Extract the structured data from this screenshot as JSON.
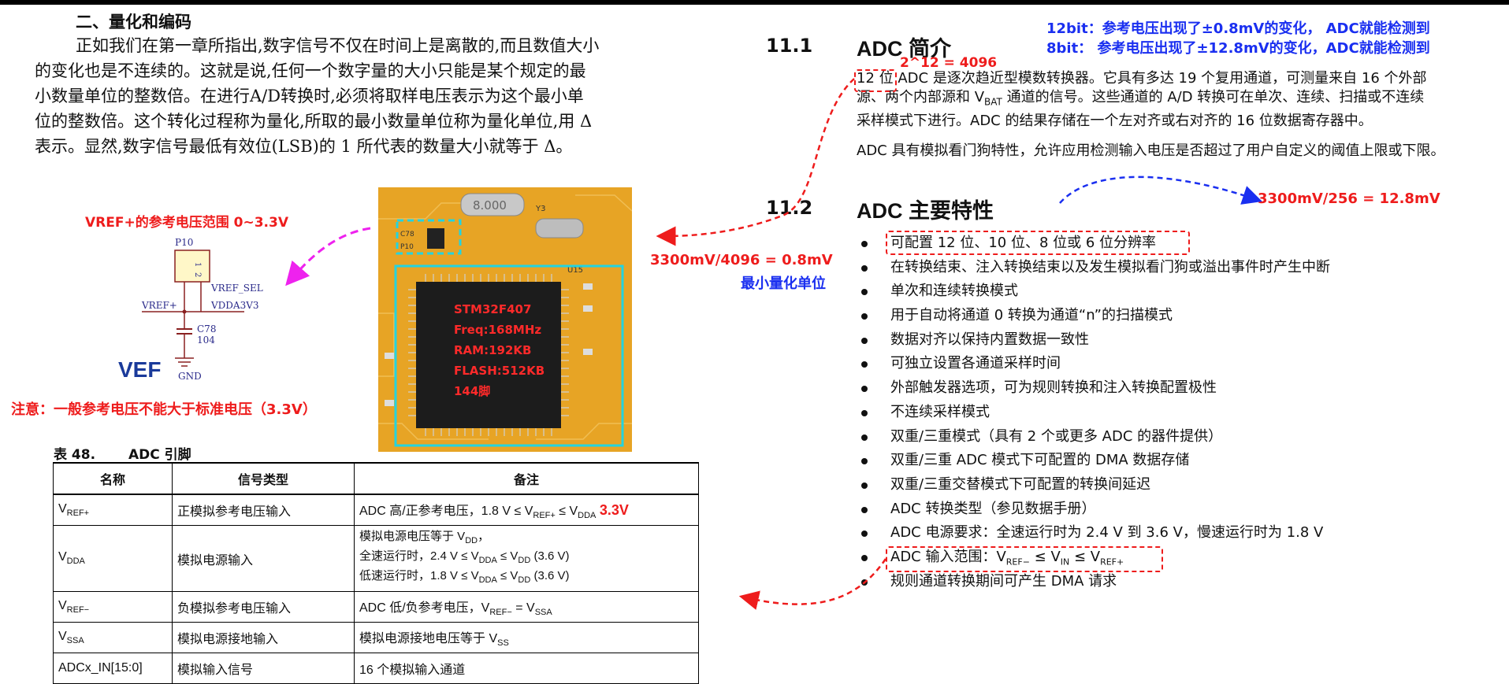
{
  "left": {
    "heading": "二、量化和编码",
    "paragraph": [
      "正如我们在第一章所指出,数字信号不仅在时间上是离散的,而且数值大小",
      "的变化也是不连续的。这就是说,任何一个数字量的大小只能是某个规定的最",
      "小数量单位的整数倍。在进行A/D转换时,必须将取样电压表示为这个最小单",
      "位的整数倍。这个转化过程称为量化,所取的最小数量单位称为量化单位,用 Δ",
      "表示。显然,数字信号最低有效位(LSB)的 1 所代表的数量大小就等于 Δ。"
    ],
    "vref_range_note": "VREF+的参考电压范围 0~3.3V",
    "vef_label": "VEF",
    "warning_note": "注意：一般参考电压不能大于标准电压（3.3V）"
  },
  "schematic": {
    "connector": "P10",
    "pin1": "1",
    "pin2": "2",
    "vref_sel": "VREF_SEL",
    "vref_plus": "VREF+",
    "vdda": "VDDA3V3",
    "cap_name": "C78",
    "cap_value": "104",
    "gnd": "GND"
  },
  "board": {
    "chip_lines": [
      "STM32F407",
      "Freq:168MHz",
      "RAM:192KB",
      "FLASH:512KB",
      "144脚"
    ],
    "crystal": "8.000",
    "ref_u15": "U15",
    "ref_y3": "Y3",
    "ref_p10": "P10",
    "ref_c78": "C78"
  },
  "table": {
    "caption_num": "表 48.",
    "caption_title": "ADC 引脚",
    "headers": [
      "名称",
      "信号类型",
      "备注"
    ],
    "rows": [
      {
        "name_main": "V",
        "name_sub": "REF+",
        "type": "正模拟参考电压输入",
        "note_html": "ADC 高/正参考电压，1.8 V ≤ V<sub>REF+</sub> ≤ V<sub>DDA</sub>",
        "note_red": "3.3V"
      },
      {
        "name_main": "V",
        "name_sub": "DDA",
        "type": "模拟电源输入",
        "note_html": "模拟电源电压等于 V<sub>DD</sub>，<br>全速运行时，2.4 V ≤ V<sub>DDA</sub> ≤ V<sub>DD</sub> (3.6 V)<br>低速运行时，1.8 V ≤ V<sub>DDA</sub> ≤ V<sub>DD</sub> (3.6 V)",
        "note_red": ""
      },
      {
        "name_main": "V",
        "name_sub": "REF−",
        "type": "负模拟参考电压输入",
        "note_html": "ADC 低/负参考电压，V<sub>REF−</sub> = V<sub>SSA</sub>",
        "note_red": ""
      },
      {
        "name_main": "V",
        "name_sub": "SSA",
        "type": "模拟电源接地输入",
        "note_html": "模拟电源接地电压等于 V<sub>SS</sub>",
        "note_red": ""
      },
      {
        "name_main": "ADCx_IN[15:0]",
        "name_sub": "",
        "type": "模拟输入信号",
        "note_html": "16 个模拟输入通道",
        "note_red": ""
      }
    ]
  },
  "right": {
    "sec1_num": "11.1",
    "sec1_title": "ADC 简介",
    "calc_4096": "2^12 = 4096",
    "intro_line1_box": "12 位",
    "intro_line1": " ADC 是逐次趋近型模数转换器。它具有多达 19 个复用通道，可测量来自 16 个外部",
    "intro_line2_a": "源、两个内部源和 V",
    "intro_line2_sub": "BAT",
    "intro_line2_b": " 通道的信号。这些通道的 A/D 转换可在单次、连续、扫描或不连续",
    "intro_line3": "采样模式下进行。ADC 的结果存储在一个左对齐或右对齐的 16 位数据寄存器中。",
    "intro_line4": "ADC 具有模拟看门狗特性，允许应用检测输入电压是否超过了用户自定义的阈值上限或下限。",
    "sec2_num": "11.2",
    "sec2_title": "ADC 主要特性",
    "features": [
      "可配置 12 位、10 位、8 位或 6 位分辨率",
      "在转换结束、注入转换结束以及发生模拟看门狗或溢出事件时产生中断",
      "单次和连续转换模式",
      "用于自动将通道 0 转换为通道“n”的扫描模式",
      "数据对齐以保持内置数据一致性",
      "可独立设置各通道采样时间",
      "外部触发器选项，可为规则转换和注入转换配置极性",
      "不连续采样模式",
      "双重/三重模式（具有 2 个或更多 ADC 的器件提供）",
      "双重/三重 ADC 模式下可配置的 DMA 数据存储",
      "双重/三重交替模式下可配置的转换间延迟",
      "ADC 转换类型（参见数据手册）",
      "ADC 电源要求：全速运行时为 2.4 V 到 3.6 V，慢速运行时为 1.8 V",
      "ADC 输入范围：V<sub>REF−</sub> ≤ V<sub>IN</sub> ≤ V<sub>REF+</sub>",
      "规则通道转换期间可产生 DMA 请求"
    ],
    "note_12bit": "12bit：参考电压出现了±0.8mV的变化， ADC就能检测到",
    "note_8bit": "8bit：  参考电压出现了±12.8mV的变化，ADC就能检测到",
    "calc_12_8": "3300mV/256 = 12.8mV",
    "calc_0_8": "3300mV/4096 = 0.8mV",
    "min_unit": "最小量化单位"
  },
  "colors": {
    "red": "#ee1c1c",
    "blue": "#1a2ff0",
    "magenta": "#ee22ee",
    "board": "#e8a626",
    "chip": "#1b1b1b",
    "cyan": "#23d3e0"
  }
}
